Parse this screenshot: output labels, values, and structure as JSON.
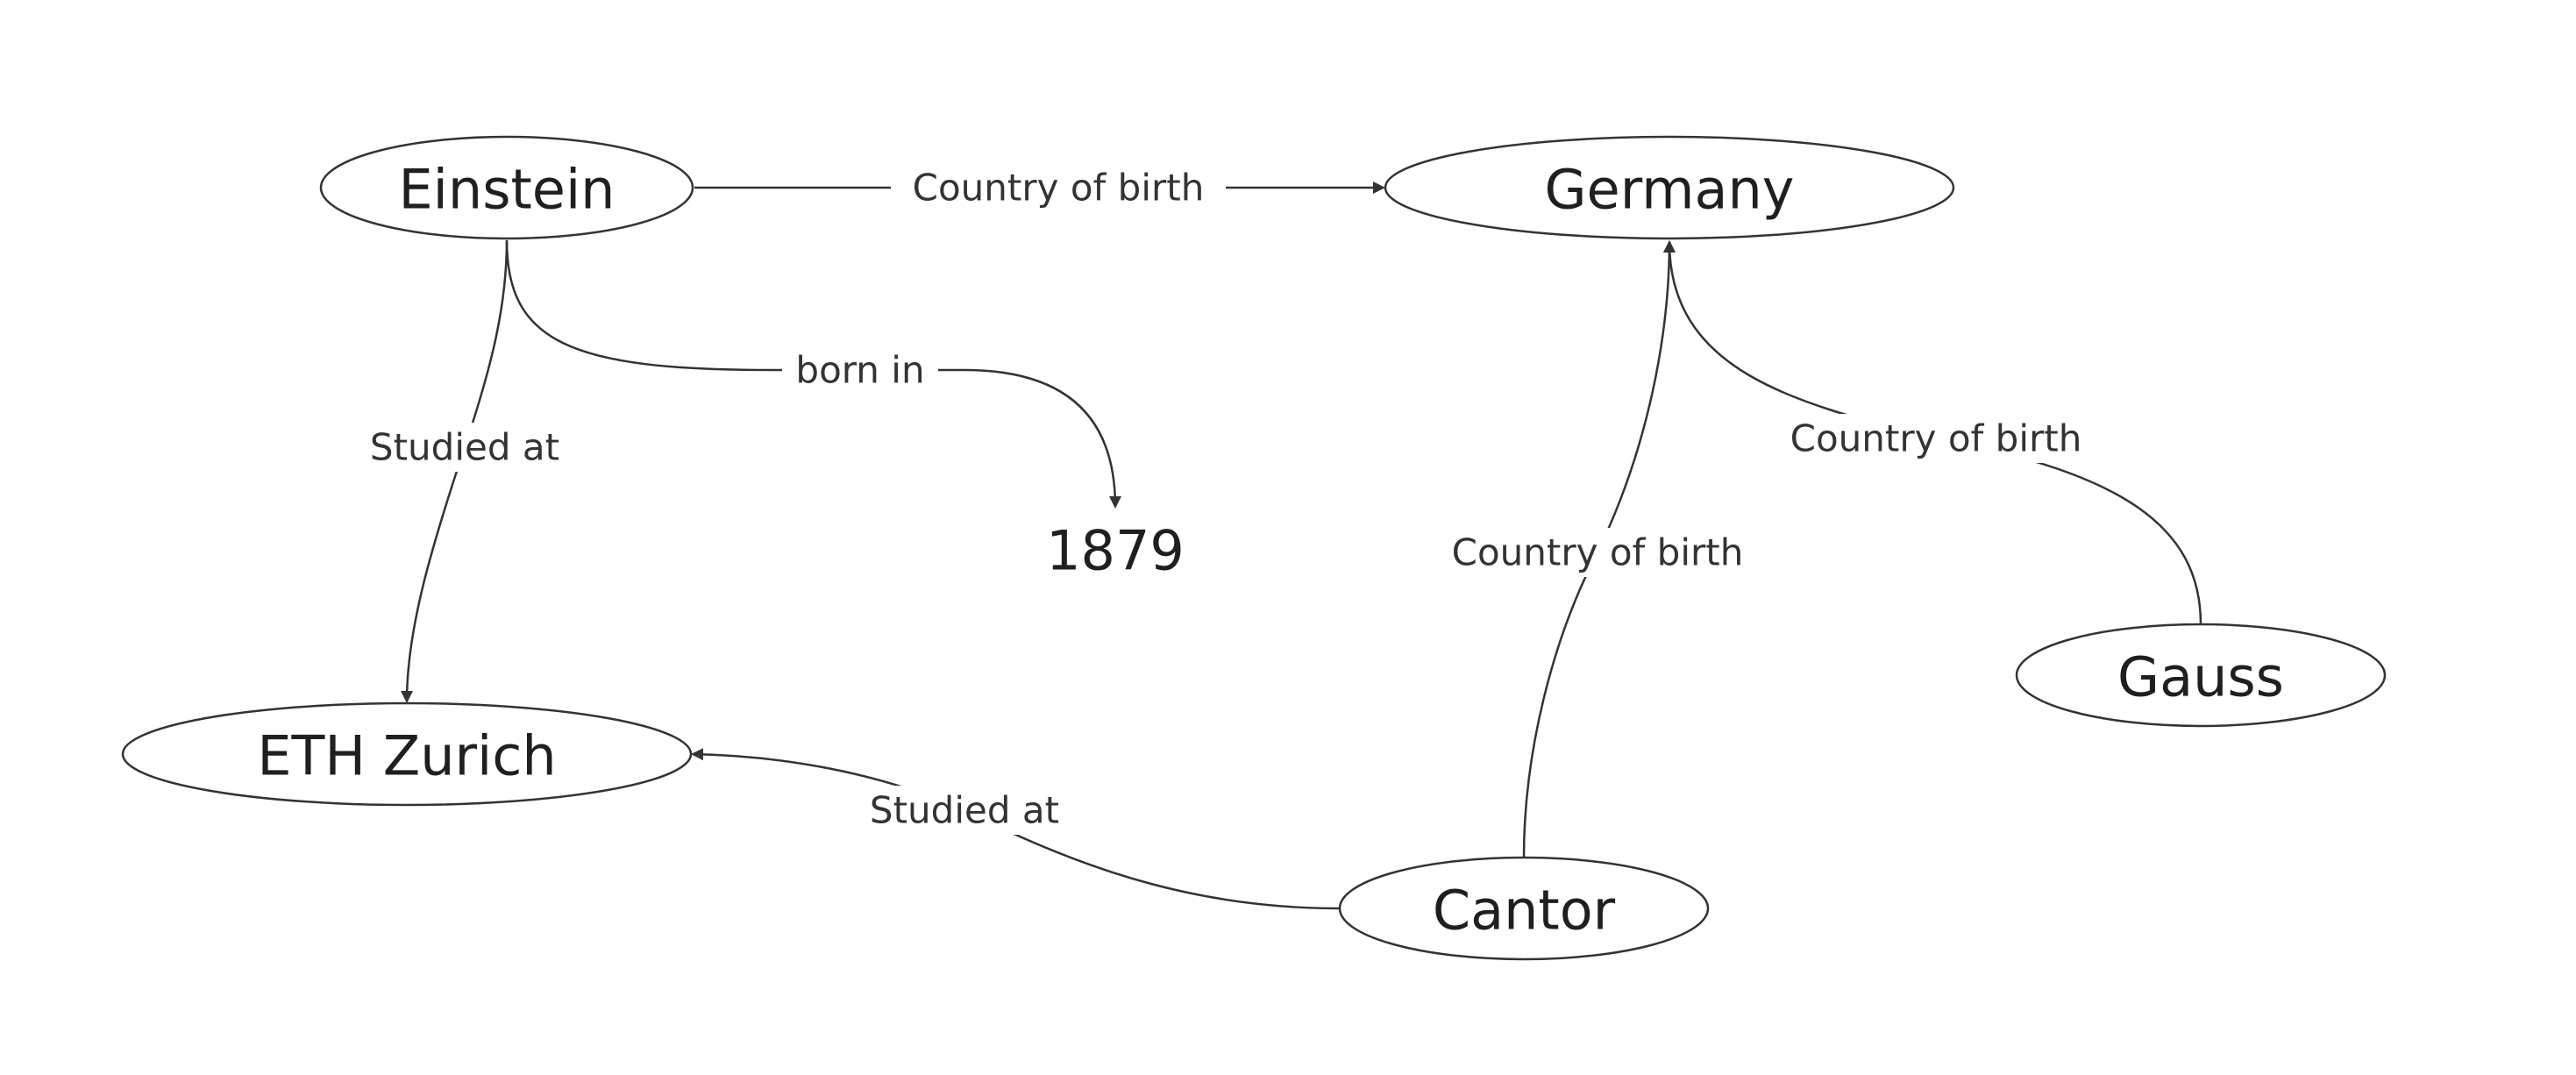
{
  "diagram": {
    "type": "knowledge-graph",
    "nodes": {
      "einstein": "Einstein",
      "germany": "Germany",
      "year": "1879",
      "eth": "ETH Zurich",
      "cantor": "Cantor",
      "gauss": "Gauss"
    },
    "edges": {
      "einstein_germany": "Country of birth",
      "einstein_year": "born in",
      "einstein_eth": "Studied at",
      "cantor_eth": "Studied at",
      "cantor_germany": "Country of birth",
      "gauss_germany": "Country of birth"
    },
    "colors": {
      "stroke": "#333333",
      "text": "#1f1f1f",
      "background": "#ffffff"
    }
  }
}
